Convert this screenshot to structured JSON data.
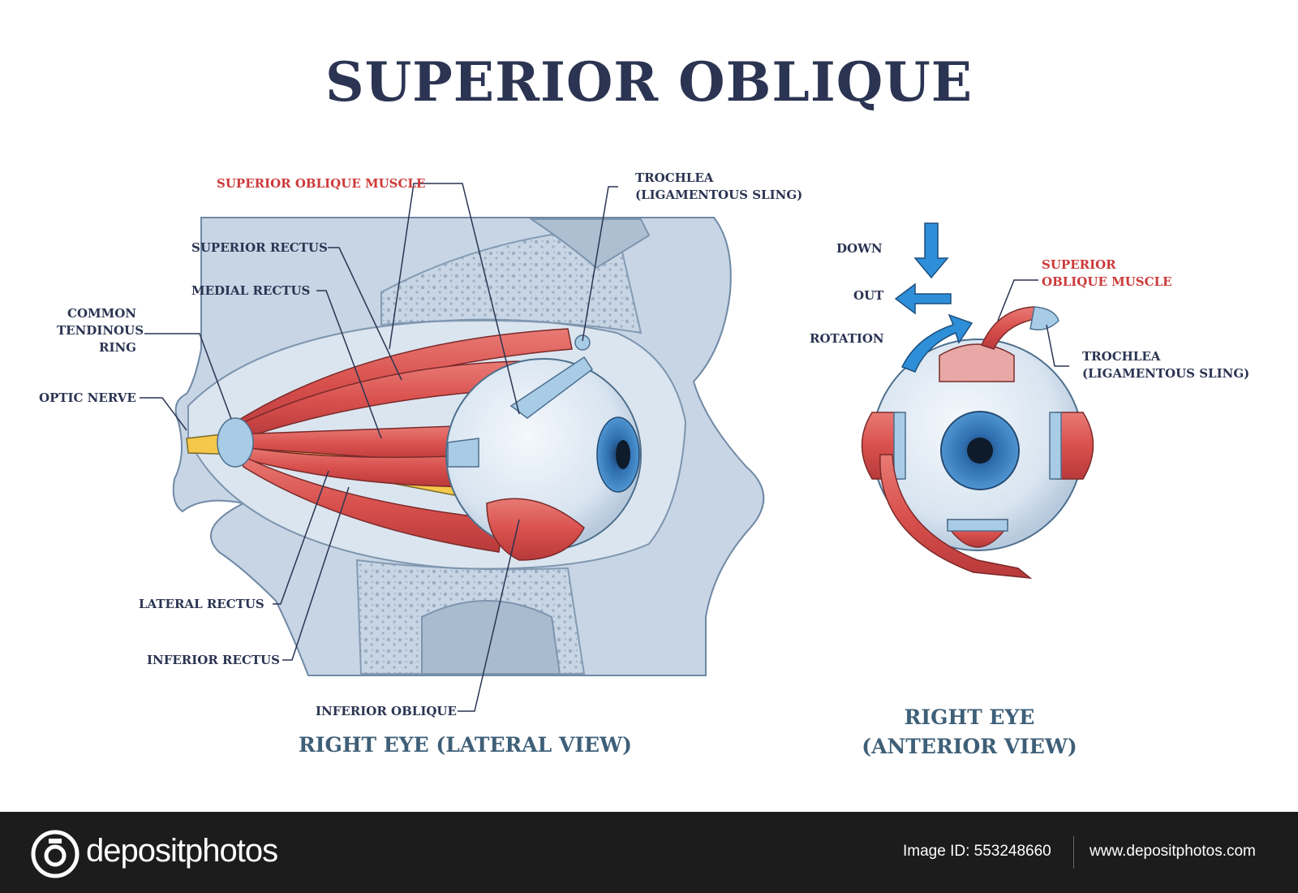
{
  "title": "SUPERIOR OBLIQUE",
  "lateral": {
    "caption": "RIGHT EYE (LATERAL VIEW)",
    "labels": {
      "superior_oblique_muscle": "SUPERIOR OBLIQUE MUSCLE",
      "trochlea_1": "TROCHLEA",
      "trochlea_2": "(LIGAMENTOUS SLING)",
      "superior_rectus": "SUPERIOR RECTUS",
      "medial_rectus": "MEDIAL RECTUS",
      "common_1": "COMMON",
      "common_2": "TENDINOUS",
      "common_3": "RING",
      "optic_nerve": "OPTIC NERVE",
      "lateral_rectus": "LATERAL RECTUS",
      "inferior_rectus": "INFERIOR RECTUS",
      "inferior_oblique": "INFERIOR OBLIQUE"
    }
  },
  "anterior": {
    "caption_1": "RIGHT EYE",
    "caption_2": "(ANTERIOR VIEW)",
    "labels": {
      "down": "DOWN",
      "out": "OUT",
      "rotation": "ROTATION",
      "superior_oblique_1": "SUPERIOR",
      "superior_oblique_2": "OBLIQUE MUSCLE",
      "trochlea_1": "TROCHLEA",
      "trochlea_2": "(LIGAMENTOUS SLING)"
    }
  },
  "footer": {
    "logo": "depositphotos",
    "image_id": "Image ID: 553248660",
    "site": "www.depositphotos.com"
  },
  "colors": {
    "title": "#2b3452",
    "label": "#2b3452",
    "highlight_label": "#cc3a3a",
    "caption": "#3e5f78",
    "muscle": "#d9514e",
    "tendon": "#a8cce6",
    "bone": "#c4d2e2",
    "iris": "#3a7fbf",
    "arrow": "#2e8fd8",
    "footer_bg": "#1c1c1c"
  }
}
